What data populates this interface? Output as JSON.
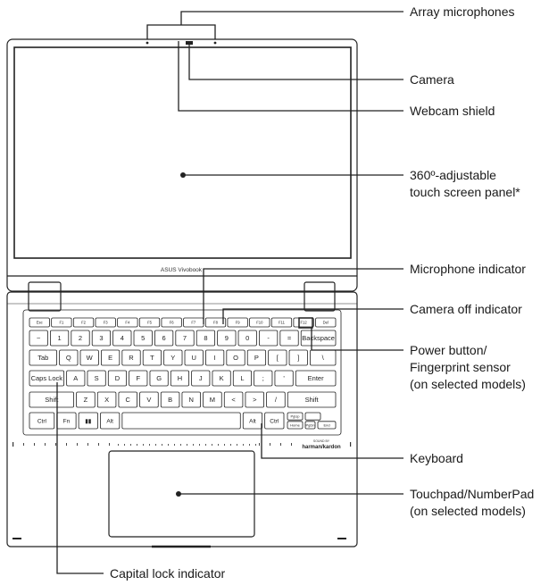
{
  "callouts": [
    {
      "id": "array-mic",
      "text": "Array microphones"
    },
    {
      "id": "camera",
      "text": "Camera"
    },
    {
      "id": "webcam-shield",
      "text": "Webcam shield"
    },
    {
      "id": "screen",
      "text": "360º-adjustable\ntouch screen panel*"
    },
    {
      "id": "mic-indicator",
      "text": "Microphone indicator"
    },
    {
      "id": "cam-off-indicator",
      "text": "Camera off indicator"
    },
    {
      "id": "power-button",
      "text": "Power button/\nFingerprint sensor\n(on selected models)"
    },
    {
      "id": "keyboard",
      "text": "Keyboard"
    },
    {
      "id": "touchpad",
      "text": "Touchpad/NumberPad\n(on selected models)"
    },
    {
      "id": "caps-indicator",
      "text": "Capital lock indicator"
    }
  ],
  "device": {
    "bezel_logo": "ASUS Vivobook",
    "speaker_logo_top": "SOUND BY",
    "speaker_logo": "harman/kardon"
  },
  "keyboard": {
    "fn_row": [
      "Esc",
      "F1",
      "F2",
      "F3",
      "F4",
      "F5",
      "F6",
      "F7",
      "F8",
      "F9",
      "F10",
      "F11",
      "F12",
      "Del"
    ],
    "num_row": [
      "~",
      "1",
      "2",
      "3",
      "4",
      "5",
      "6",
      "7",
      "8",
      "9",
      "0",
      "-",
      "=",
      "Backspace"
    ],
    "top_row": [
      "Tab",
      "Q",
      "W",
      "E",
      "R",
      "T",
      "Y",
      "U",
      "I",
      "O",
      "P",
      "[",
      "]",
      "\\"
    ],
    "home_row": [
      "Caps Lock",
      "A",
      "S",
      "D",
      "F",
      "G",
      "H",
      "J",
      "K",
      "L",
      ";",
      "'",
      "Enter"
    ],
    "bottom_row": [
      "Shift",
      "Z",
      "X",
      "C",
      "V",
      "B",
      "N",
      "M",
      "<",
      ">",
      "/",
      "Shift"
    ],
    "space_row": [
      "Ctrl",
      "Fn",
      "▮▮",
      "Alt",
      "",
      "Alt",
      "Ctrl"
    ],
    "arrows": {
      "up": "PgUp",
      "left": "Home",
      "down": "PgDn",
      "right": "End"
    }
  }
}
